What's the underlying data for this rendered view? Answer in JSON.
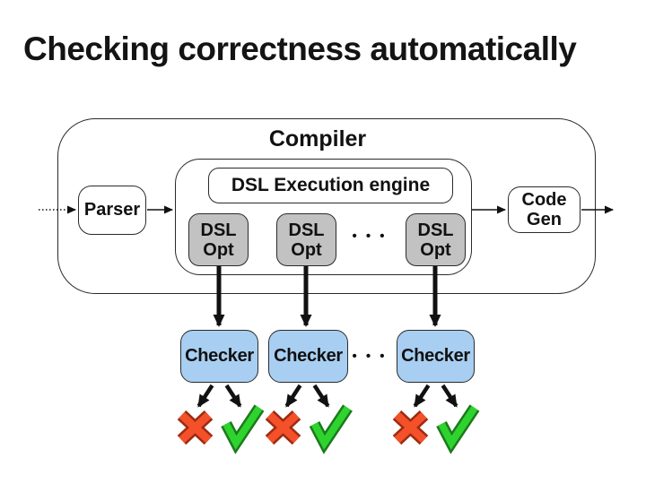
{
  "title": "Checking correctness automatically",
  "compiler": {
    "label": "Compiler"
  },
  "parser": {
    "label": "Parser"
  },
  "engine": {
    "label": "DSL Execution engine"
  },
  "optimizers": [
    {
      "line1": "DSL",
      "line2": "Opt"
    },
    {
      "line1": "DSL",
      "line2": "Opt"
    },
    {
      "line1": "DSL",
      "line2": "Opt"
    }
  ],
  "optimizer_ellipsis": "• • •",
  "code_gen": {
    "line1": "Code",
    "line2": "Gen"
  },
  "checkers": [
    {
      "label": "Checker"
    },
    {
      "label": "Checker"
    },
    {
      "label": "Checker"
    }
  ],
  "checker_ellipsis": "• • •",
  "results": [
    {
      "outcomes": [
        "fail",
        "pass"
      ]
    },
    {
      "outcomes": [
        "fail",
        "pass"
      ]
    },
    {
      "outcomes": [
        "fail",
        "pass"
      ]
    }
  ],
  "colors": {
    "optimizer_fill": "#c2c2c2",
    "checker_fill": "#a8cff2",
    "cross_fill": "#f4502a",
    "cross_outline": "#9c2c10",
    "check_fill": "#2ed32e",
    "check_outline": "#1b7a1b",
    "arrow": "#111111"
  }
}
